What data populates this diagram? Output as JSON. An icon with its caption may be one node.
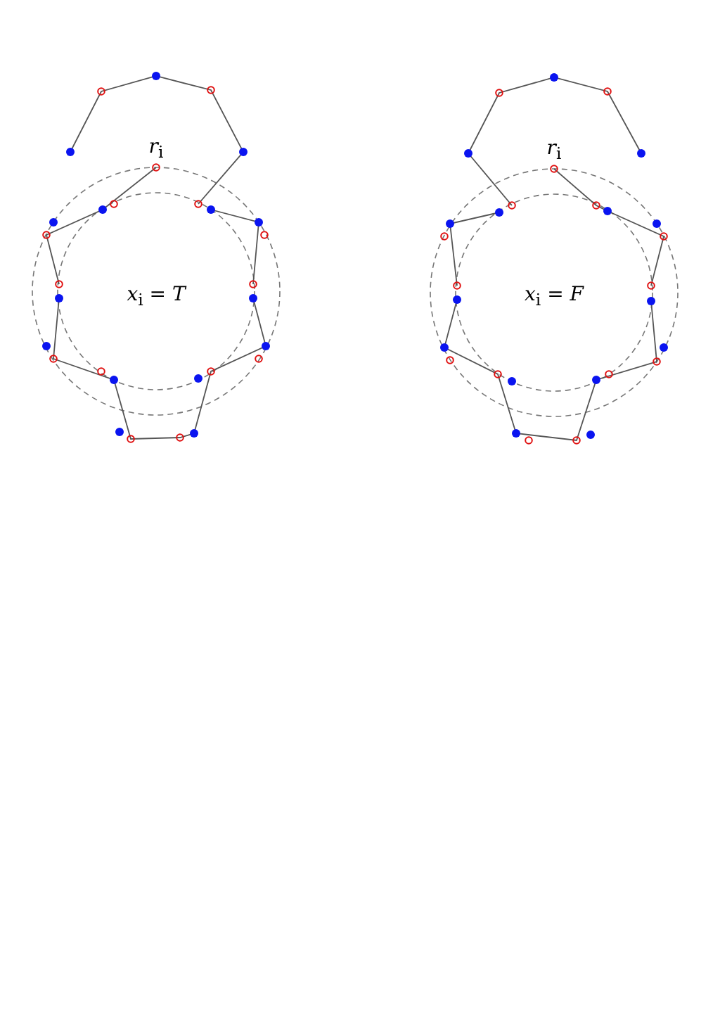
{
  "diagram": {
    "labels": [
      "*r*$_{i}$",
      "*r*$_{i}$",
      "*x*$_{i}$ = *T*",
      "*x*$_{i}$ = *F*"
    ]
  }
}
